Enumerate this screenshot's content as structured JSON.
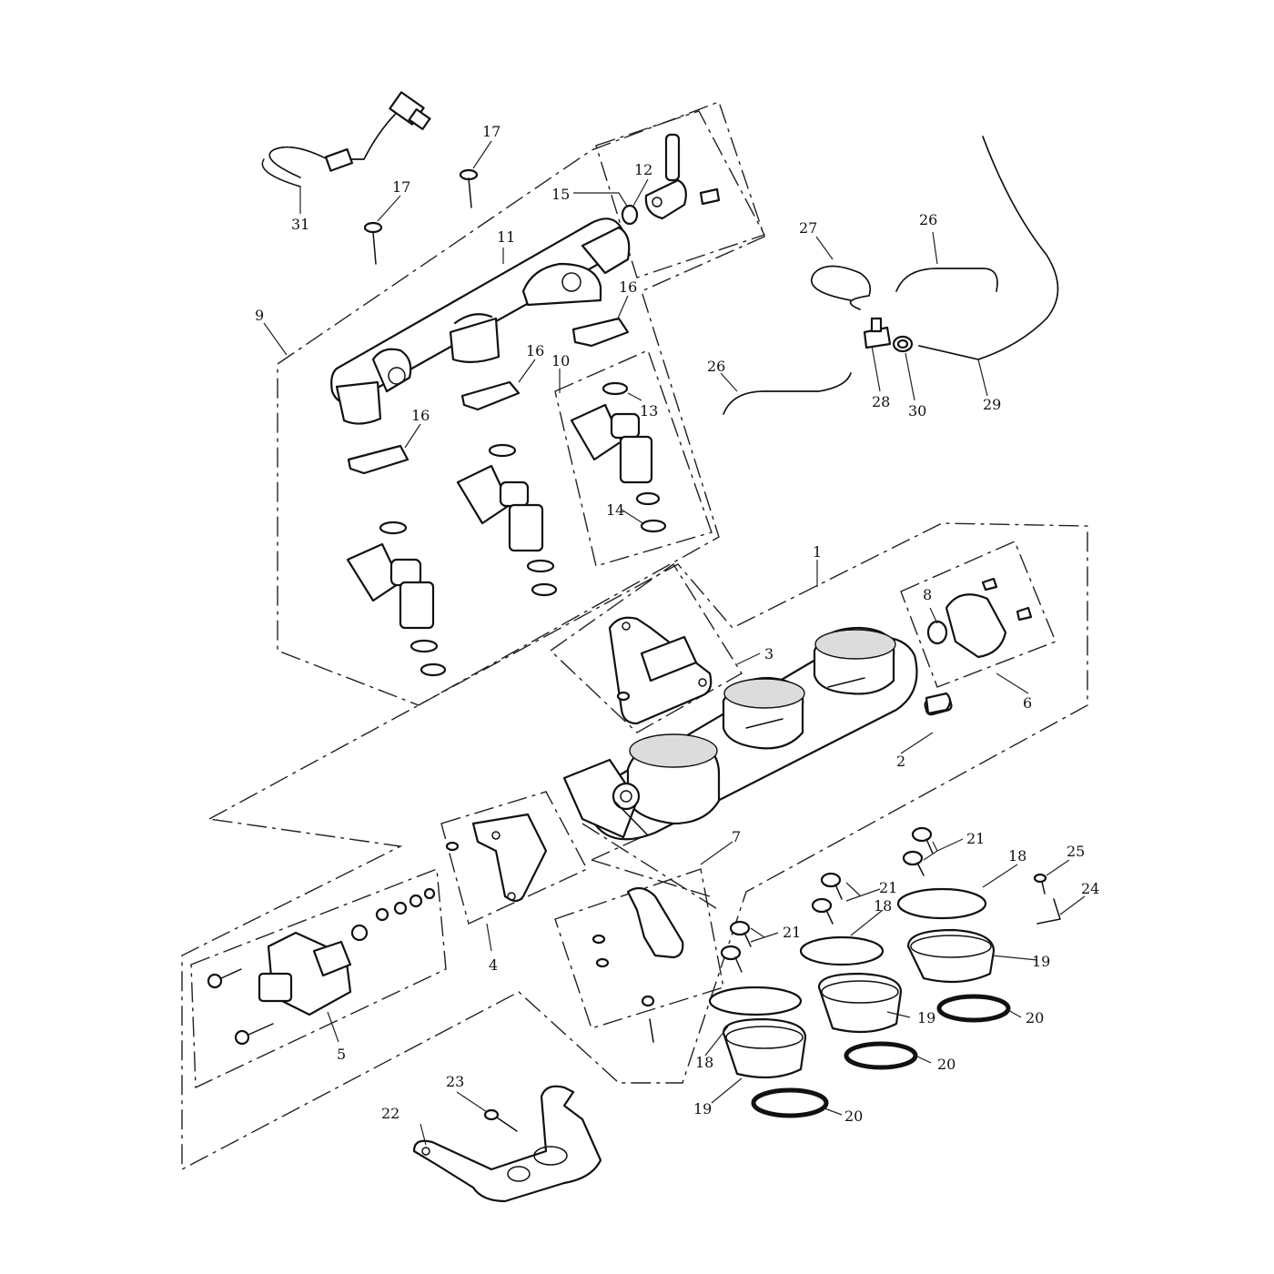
{
  "callouts": [
    "1",
    "2",
    "3",
    "4",
    "5",
    "6",
    "7",
    "8",
    "9",
    "10",
    "11",
    "12",
    "13",
    "14",
    "15",
    "16",
    "17",
    "18",
    "19",
    "20",
    "21",
    "22",
    "23",
    "24",
    "25",
    "26",
    "27",
    "28",
    "29",
    "30",
    "31"
  ],
  "callout_labels": [
    {
      "id": "c1",
      "text": "1"
    },
    {
      "id": "c2",
      "text": "2"
    },
    {
      "id": "c3",
      "text": "3"
    },
    {
      "id": "c4",
      "text": "4"
    },
    {
      "id": "c5",
      "text": "5"
    },
    {
      "id": "c6",
      "text": "6"
    },
    {
      "id": "c7",
      "text": "7"
    },
    {
      "id": "c8",
      "text": "8"
    },
    {
      "id": "c9",
      "text": "9"
    },
    {
      "id": "c10",
      "text": "10"
    },
    {
      "id": "c11",
      "text": "11"
    },
    {
      "id": "c12",
      "text": "12"
    },
    {
      "id": "c13",
      "text": "13"
    },
    {
      "id": "c14",
      "text": "14"
    },
    {
      "id": "c15",
      "text": "15"
    },
    {
      "id": "c16a",
      "text": "16"
    },
    {
      "id": "c16b",
      "text": "16"
    },
    {
      "id": "c16c",
      "text": "16"
    },
    {
      "id": "c17a",
      "text": "17"
    },
    {
      "id": "c17b",
      "text": "17"
    },
    {
      "id": "c18a",
      "text": "18"
    },
    {
      "id": "c18b",
      "text": "18"
    },
    {
      "id": "c18c",
      "text": "18"
    },
    {
      "id": "c19a",
      "text": "19"
    },
    {
      "id": "c19b",
      "text": "19"
    },
    {
      "id": "c19c",
      "text": "19"
    },
    {
      "id": "c20a",
      "text": "20"
    },
    {
      "id": "c20b",
      "text": "20"
    },
    {
      "id": "c20c",
      "text": "20"
    },
    {
      "id": "c21a",
      "text": "21"
    },
    {
      "id": "c21b",
      "text": "21"
    },
    {
      "id": "c21c",
      "text": "21"
    },
    {
      "id": "c22",
      "text": "22"
    },
    {
      "id": "c23",
      "text": "23"
    },
    {
      "id": "c24",
      "text": "24"
    },
    {
      "id": "c25",
      "text": "25"
    },
    {
      "id": "c26a",
      "text": "26"
    },
    {
      "id": "c26b",
      "text": "26"
    },
    {
      "id": "c27",
      "text": "27"
    },
    {
      "id": "c28",
      "text": "28"
    },
    {
      "id": "c29",
      "text": "29"
    },
    {
      "id": "c30",
      "text": "30"
    },
    {
      "id": "c31",
      "text": "31"
    }
  ]
}
